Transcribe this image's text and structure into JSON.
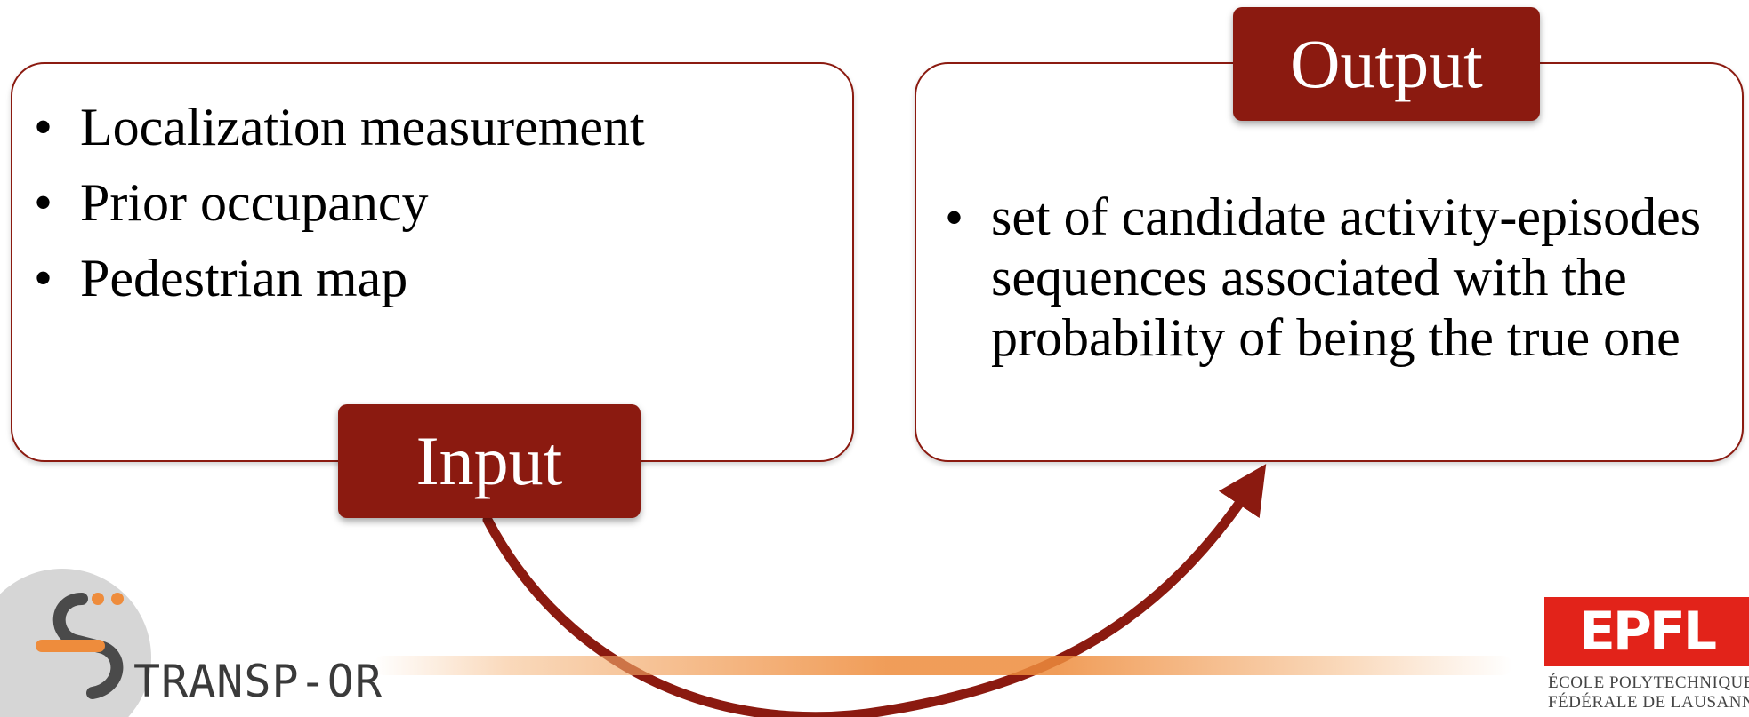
{
  "input": {
    "label": "Input",
    "items": [
      "Localization measurement",
      "Prior occupancy",
      "Pedestrian map"
    ]
  },
  "output": {
    "label": "Output",
    "items": [
      "set of candidate activity-episodes sequences associated with the probability of being the true one"
    ]
  },
  "logos": {
    "left": {
      "text": "TRANSP-OR"
    },
    "right": {
      "mark": "EPFL",
      "line1": "ÉCOLE POLYTECHNIQUE",
      "line2": "FÉDÉRALE DE LAUSANNE"
    }
  },
  "colors": {
    "accent": "#8b1a10",
    "logo_orange": "#ee8c3c",
    "epfl_red": "#e2231a"
  },
  "bullet_glyph": "•"
}
